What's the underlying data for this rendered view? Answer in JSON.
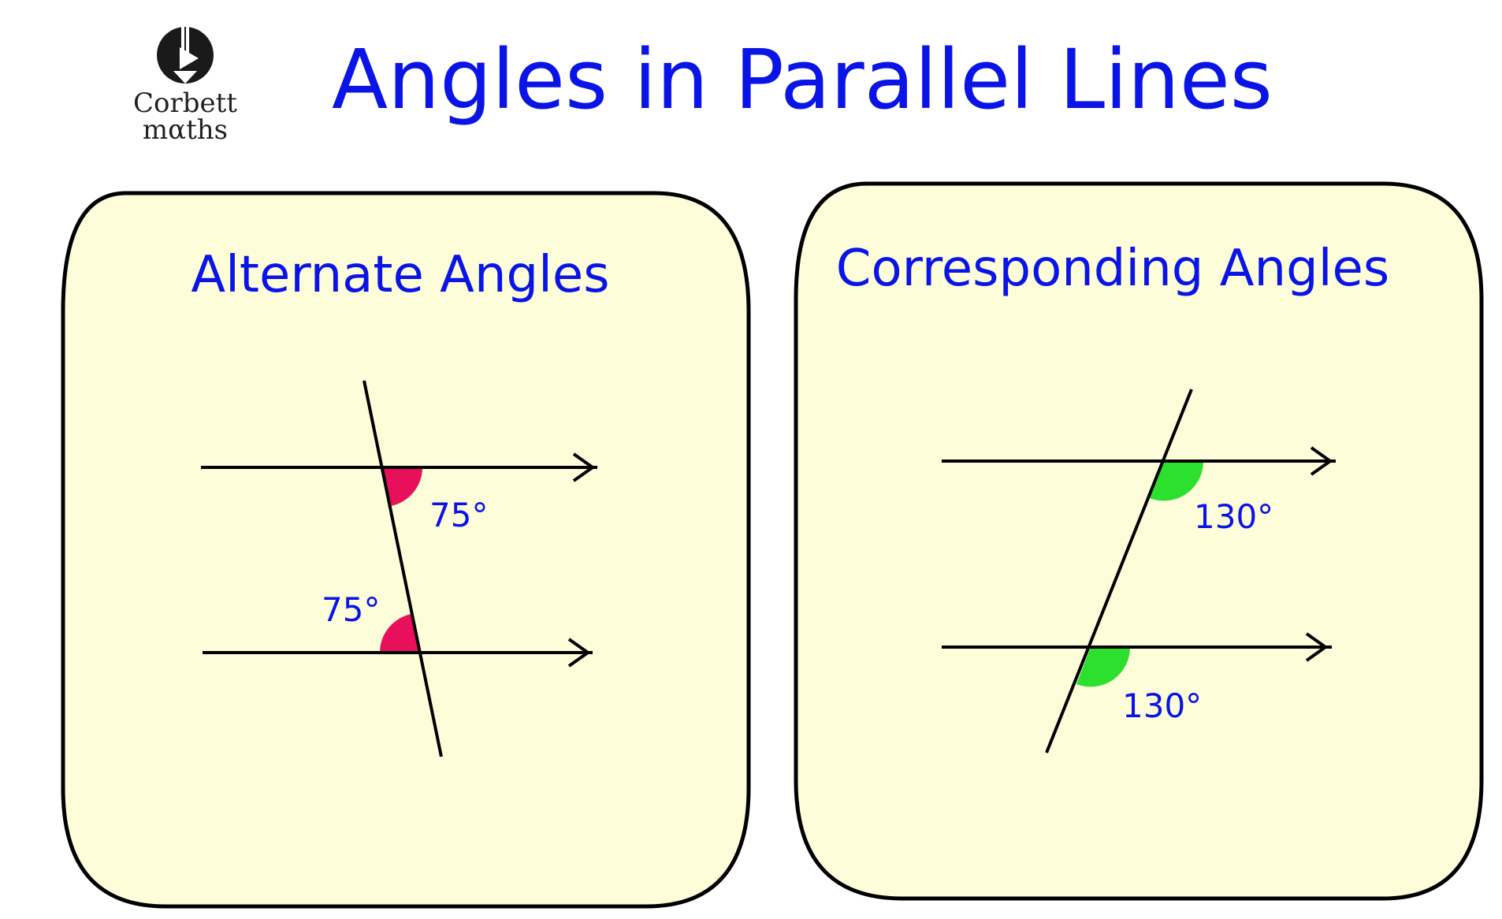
{
  "page": {
    "title": "Angles in Parallel Lines"
  },
  "logo": {
    "line1": "Corbett",
    "line2": "mαths"
  },
  "panels": [
    {
      "title": "Alternate Angles",
      "angle_top": "75°",
      "angle_bottom": "75°",
      "angle_color": "#e8105a"
    },
    {
      "title": "Corresponding Angles",
      "angle_top": "130°",
      "angle_bottom": "130°",
      "angle_color": "#2ee02e"
    }
  ],
  "colors": {
    "title": "#0a14e6",
    "panel_fill": "#fdfdd9",
    "stroke": "#000000"
  }
}
